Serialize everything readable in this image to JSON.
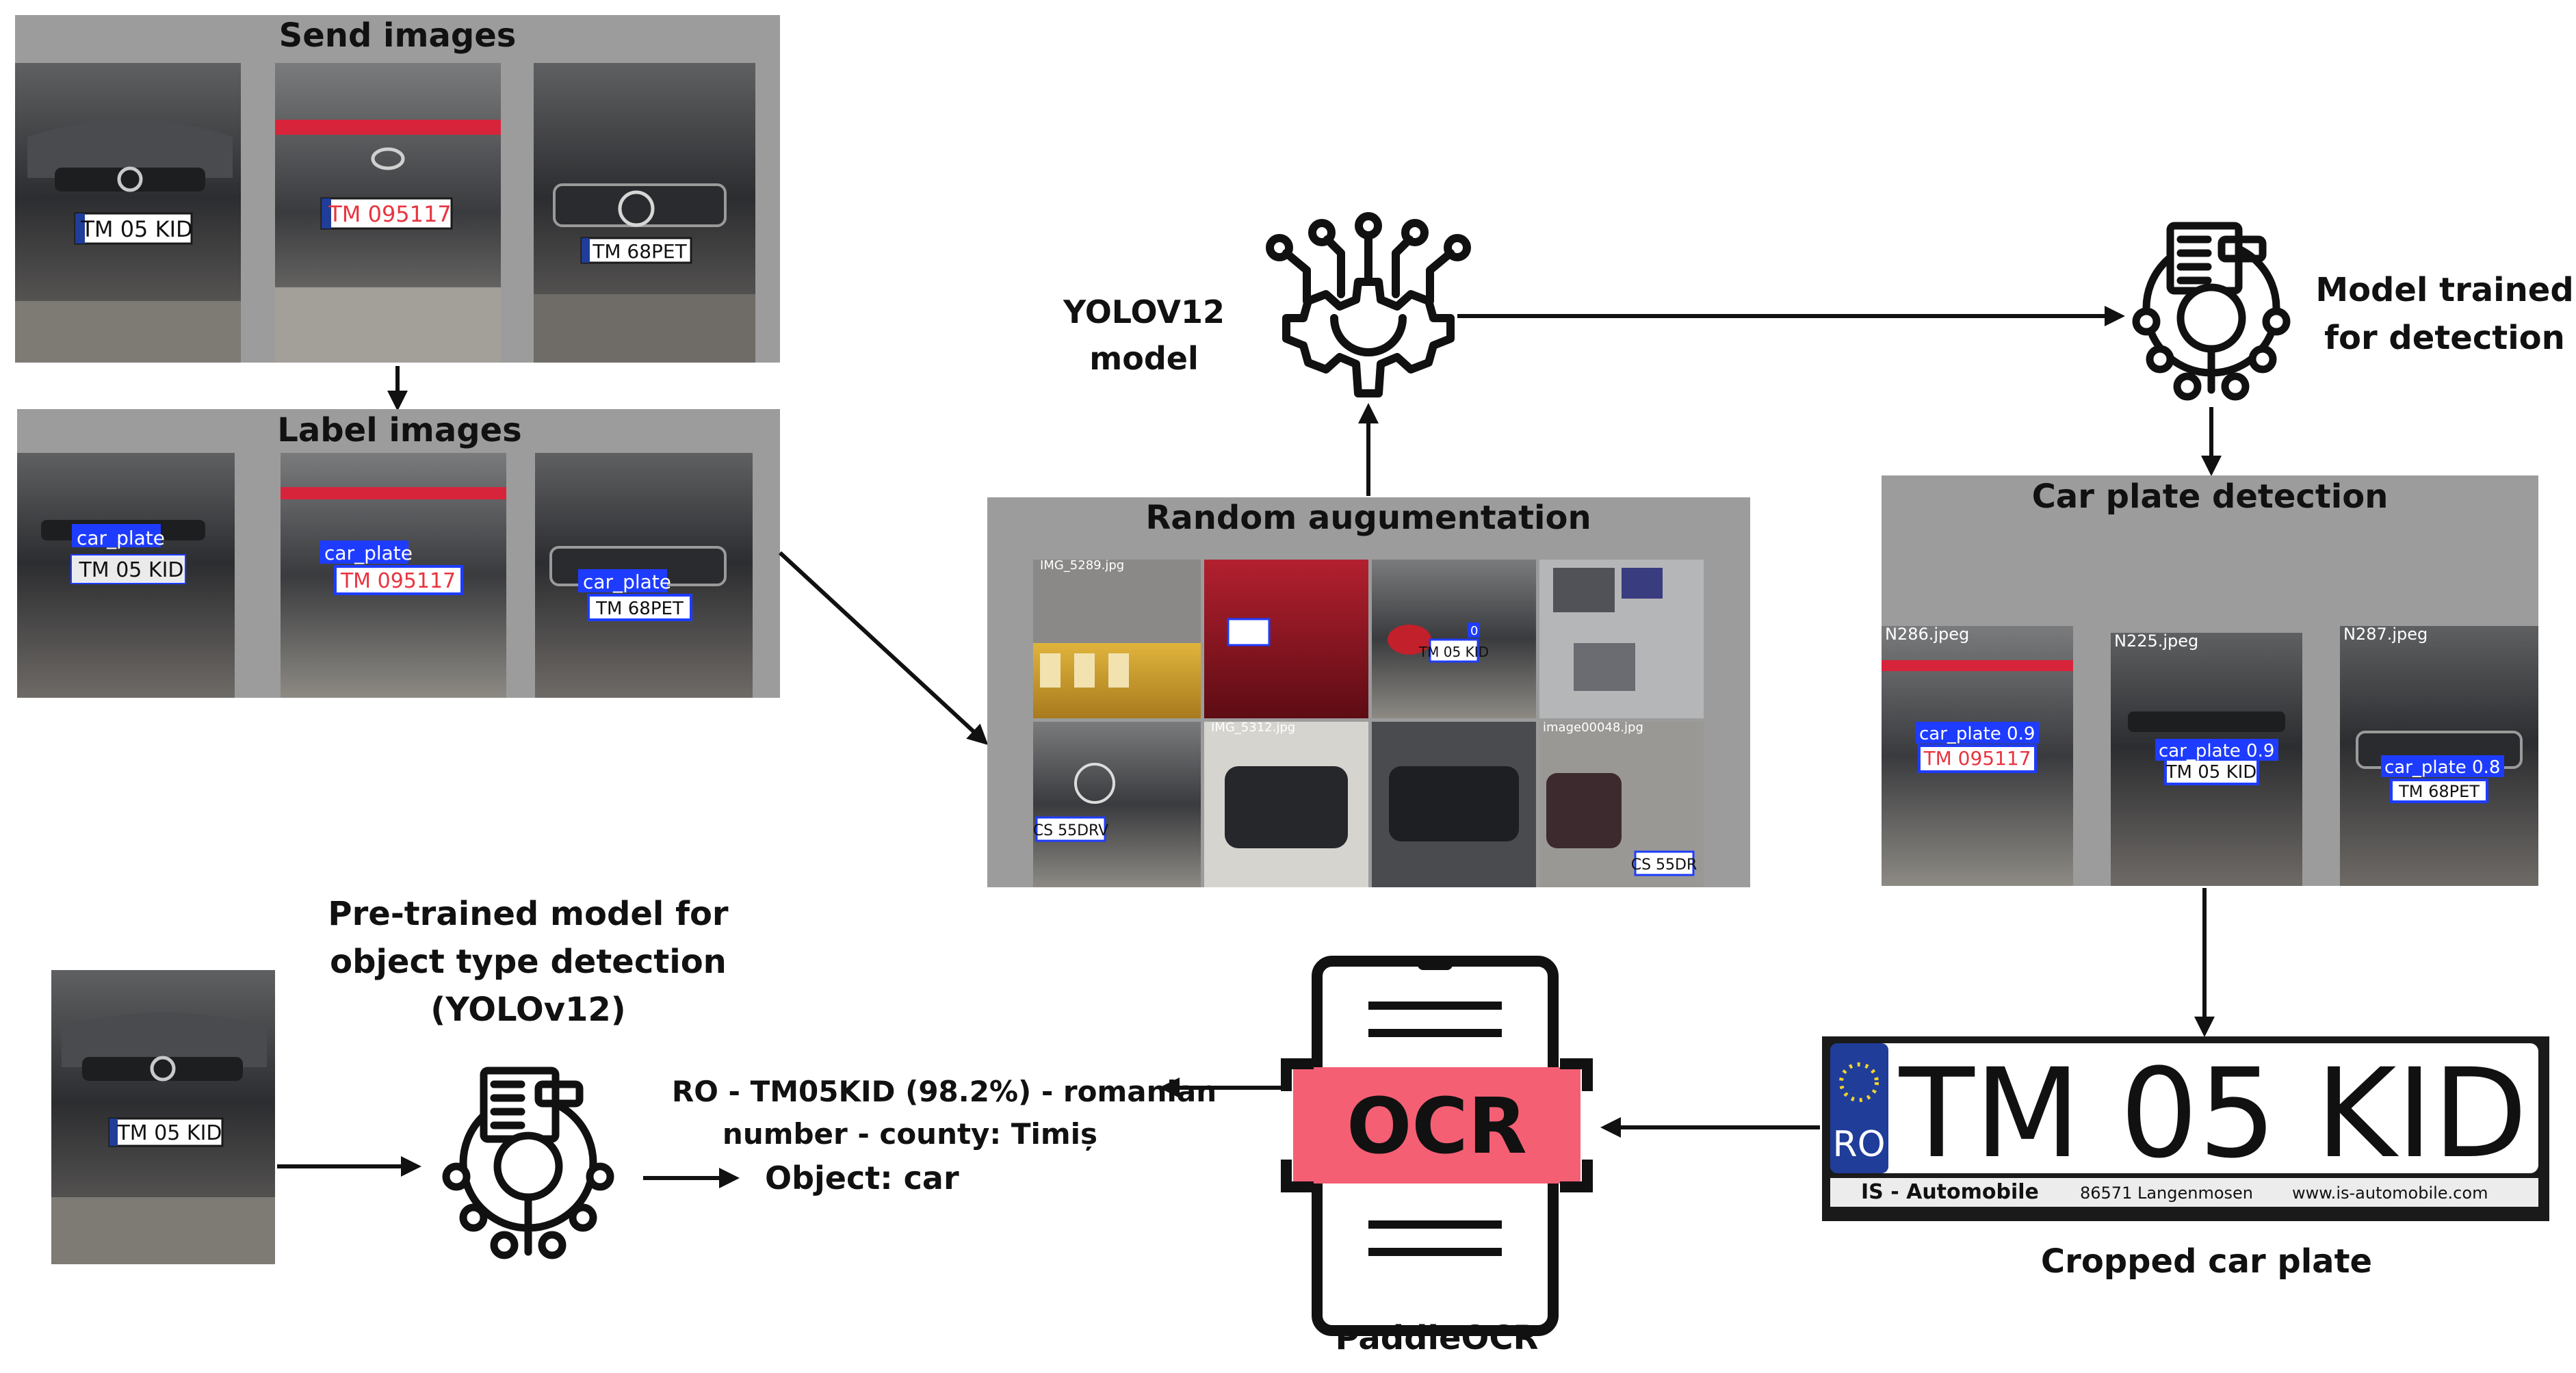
{
  "colors": {
    "panel": "#9c9c9c",
    "detection_blue": "#1e3cff",
    "ocr_pink": "#f45f74",
    "plate_red": "#e8343f",
    "euro_blue": "#1f3d99",
    "ink": "#111111"
  },
  "icons": {
    "yolo": "circuit-gear-icon",
    "trained": "document-magnifier-gear-icon",
    "pretrained": "document-magnifier-gear-icon",
    "ocr": "ocr-document-icon"
  },
  "send": {
    "title": "Send images",
    "plates": [
      "TM 05 KID",
      "TM 095117",
      "TM 68PET"
    ]
  },
  "label": {
    "title": "Label images",
    "box_label": "car_plate",
    "plates": [
      "TM 05 KID",
      "TM 095117",
      "TM 68PET"
    ]
  },
  "augmentation": {
    "title": "Random augumentation",
    "captions": [
      "IMG_5289.jpg",
      "IMG_5312.jpg",
      "image00048.jpg"
    ],
    "plates": [
      "TM 05 KID",
      "CS 55DRV",
      "CS 55DR"
    ],
    "box_digit": "0"
  },
  "yolo": {
    "line1": "YOLOV12",
    "line2": "model"
  },
  "trained": {
    "line1": "Model trained",
    "line2": "for detection"
  },
  "detection": {
    "title": "Car plate detection",
    "captions": [
      "N286.jpeg",
      "N225.jpeg",
      "N287.jpeg"
    ],
    "labels": [
      "car_plate 0.9",
      "car_plate 0.9",
      "car_plate 0.8"
    ],
    "plates": [
      "TM 095117",
      "TM 05 KID",
      "TM 68PET"
    ]
  },
  "cropped": {
    "country": "RO",
    "plate": "TM 05 KID",
    "dealer": "IS - Automobile",
    "address": "86571 Langenmosen",
    "website": "www.is-automobile.com",
    "caption": "Cropped car plate"
  },
  "ocr": {
    "text": "OCR",
    "caption": "PaddleOCR"
  },
  "pretrained": {
    "line1": "Pre-trained model for",
    "line2": "object type detection",
    "line3": "(YOLOv12)"
  },
  "input_car": {
    "plate": "TM 05 KID"
  },
  "result": {
    "line1": "RO - TM05KID (98.2%) - romanian",
    "line2": "number - county: Timiș",
    "line3": "Object: car"
  }
}
